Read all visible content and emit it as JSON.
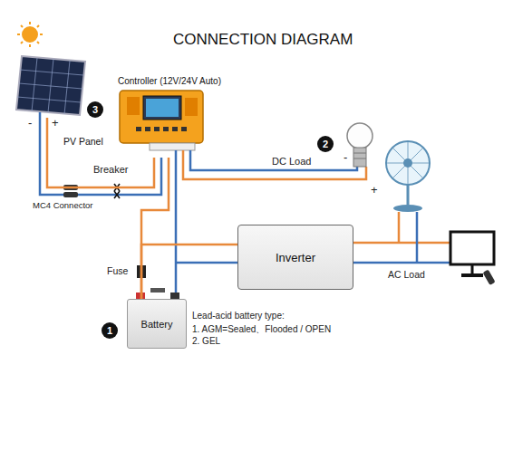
{
  "diagram": {
    "title": "CONNECTION DIAGRAM",
    "nodes": [
      {
        "text": [
          "PV Panel"
        ]
      },
      {
        "text": [
          "Controller (12V/24V Auto)"
        ]
      },
      {
        "text": [
          "Battery"
        ]
      },
      {
        "text": [
          "Inverter"
        ]
      }
    ],
    "edges": [
      {
        "from": 0,
        "to": 1,
        "arrow": "none"
      },
      {
        "from": 1,
        "to": 2,
        "arrow": "none"
      },
      {
        "from": 2,
        "to": 3,
        "arrow": "none"
      }
    ],
    "labels": [
      "3",
      "-",
      "+",
      "Breaker",
      "MC4 Connector",
      "2",
      "DC Load",
      "-",
      "+",
      "Fuse",
      "1",
      "Lead-acid battery type:",
      "1. AGM=Sealed、Flooded / OPEN",
      "2. GEL",
      "AC Load"
    ]
  }
}
